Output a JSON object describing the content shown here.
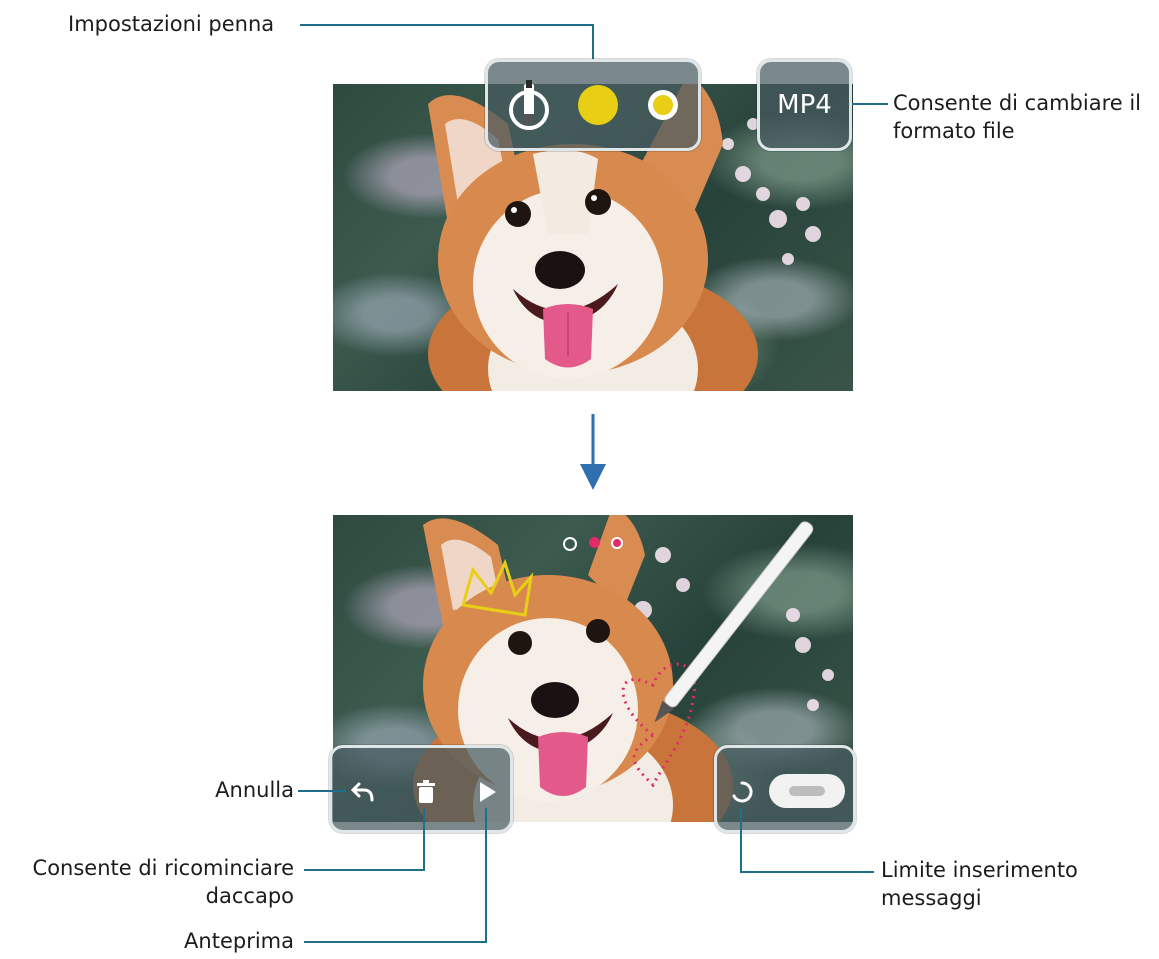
{
  "callouts": {
    "pen_settings": "Impostazioni penna",
    "file_format": [
      "Consente di cambiare il",
      "formato file"
    ],
    "undo": "Annulla",
    "restart": [
      "Consente di ricominciare",
      "daccapo"
    ],
    "preview": "Anteprima",
    "message_limit": [
      "Limite inserimento",
      "messaggi"
    ]
  },
  "format_button": {
    "label": "MP4"
  },
  "pen_colors": {
    "primary": "#e8cf16",
    "secondary": "#e8cf16",
    "accent": "#1f6f8b"
  },
  "icons": {
    "pen": "pen-icon",
    "undo": "undo-icon",
    "delete": "trash-icon",
    "play": "play-icon",
    "limit": "progress-ring-icon"
  },
  "top_toolbar_small": {
    "dot1": "#e02a6a",
    "dot2": "#e02a6a"
  }
}
